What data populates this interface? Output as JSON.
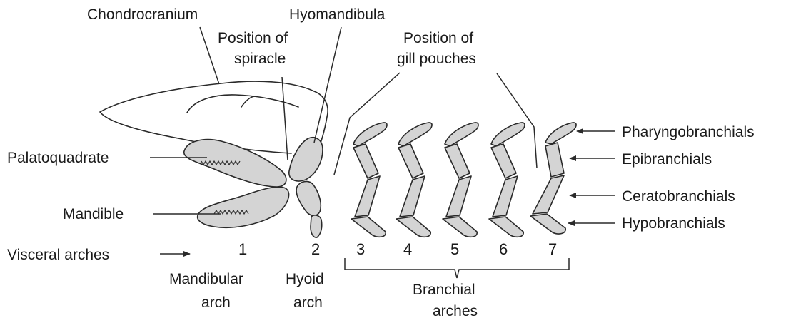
{
  "labels": {
    "chondrocranium": "Chondrocranium",
    "hyomandibula": "Hyomandibula",
    "position_of_spiracle": [
      "Position of",
      "spiracle"
    ],
    "position_of_gill_pouches": [
      "Position of",
      "gill pouches"
    ],
    "palatoquadrate": "Palatoquadrate",
    "mandible": "Mandible",
    "visceral_arches": "Visceral arches",
    "pharyngobranchials": "Pharyngobranchials",
    "epibranchials": "Epibranchials",
    "ceratobranchials": "Ceratobranchials",
    "hypobranchials": "Hypobranchials",
    "mandibular_arch": [
      "Mandibular",
      "arch"
    ],
    "hyoid_arch": [
      "Hyoid",
      "arch"
    ],
    "branchial_arches": [
      "Branchial",
      "arches"
    ]
  },
  "arch_numbers": [
    "1",
    "2",
    "3",
    "4",
    "5",
    "6",
    "7"
  ],
  "colors": {
    "bone_fill": "#d4d4d4",
    "stroke": "#2a2a2a",
    "text": "#1a1a1a"
  }
}
